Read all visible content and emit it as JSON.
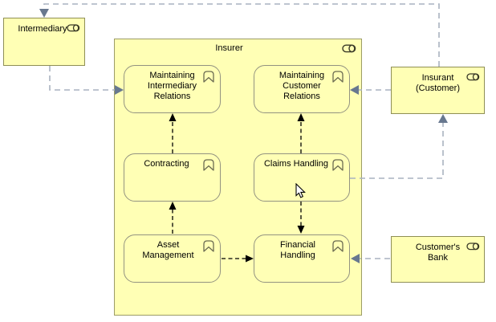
{
  "diagram": {
    "kind": "archimate-business-function-view",
    "container": {
      "label": "Insurer"
    },
    "actors": {
      "intermediary": {
        "label": "Intermediary"
      },
      "insurant": {
        "label": "Insurant (Customer)"
      },
      "customers_bank": {
        "label": "Customer's Bank"
      }
    },
    "functions": {
      "maintaining_intermediary_relations": {
        "label": "Maintaining Intermediary Relations"
      },
      "maintaining_customer_relations": {
        "label": "Maintaining Customer Relations"
      },
      "contracting": {
        "label": "Contracting"
      },
      "claims_handling": {
        "label": "Claims Handling"
      },
      "asset_management": {
        "label": "Asset Management"
      },
      "financial_handling": {
        "label": "Financial Handling"
      }
    },
    "relations": [
      {
        "source": "Insurant (Customer)",
        "target": "Intermediary",
        "style": "dashed-gray-arrow"
      },
      {
        "source": "Intermediary",
        "target": "Maintaining Intermediary Relations",
        "style": "dashed-gray-arrow"
      },
      {
        "source": "Insurant (Customer)",
        "target": "Maintaining Customer Relations",
        "style": "dashed-gray-arrow"
      },
      {
        "source": "Claims Handling",
        "target": "Insurant (Customer)",
        "style": "dashed-gray-arrow"
      },
      {
        "source": "Customer's Bank",
        "target": "Financial Handling",
        "style": "dashed-gray-arrow"
      },
      {
        "source": "Asset Management",
        "target": "Contracting",
        "style": "dashed-black-arrow"
      },
      {
        "source": "Contracting",
        "target": "Maintaining Intermediary Relations",
        "style": "dashed-black-arrow"
      },
      {
        "source": "Claims Handling",
        "target": "Maintaining Customer Relations",
        "style": "dashed-black-arrow"
      },
      {
        "source": "Claims Handling",
        "target": "Financial Handling",
        "style": "dashed-black-arrow"
      },
      {
        "source": "Asset Management",
        "target": "Financial Handling",
        "style": "dashed-black-arrow"
      }
    ],
    "icons": {
      "business_role": "pill-with-circle",
      "business_function": "arch-with-chevron-notch",
      "cursor": "arrow-pointer"
    },
    "colors": {
      "element_fill": "#FFFFB5",
      "actor_border": "#8f8f55",
      "function_border": "#939381",
      "flow_line": "#000000",
      "external_line": "#a9b2c0",
      "external_arrowhead": "#68788f",
      "background": "#ffffff"
    }
  }
}
